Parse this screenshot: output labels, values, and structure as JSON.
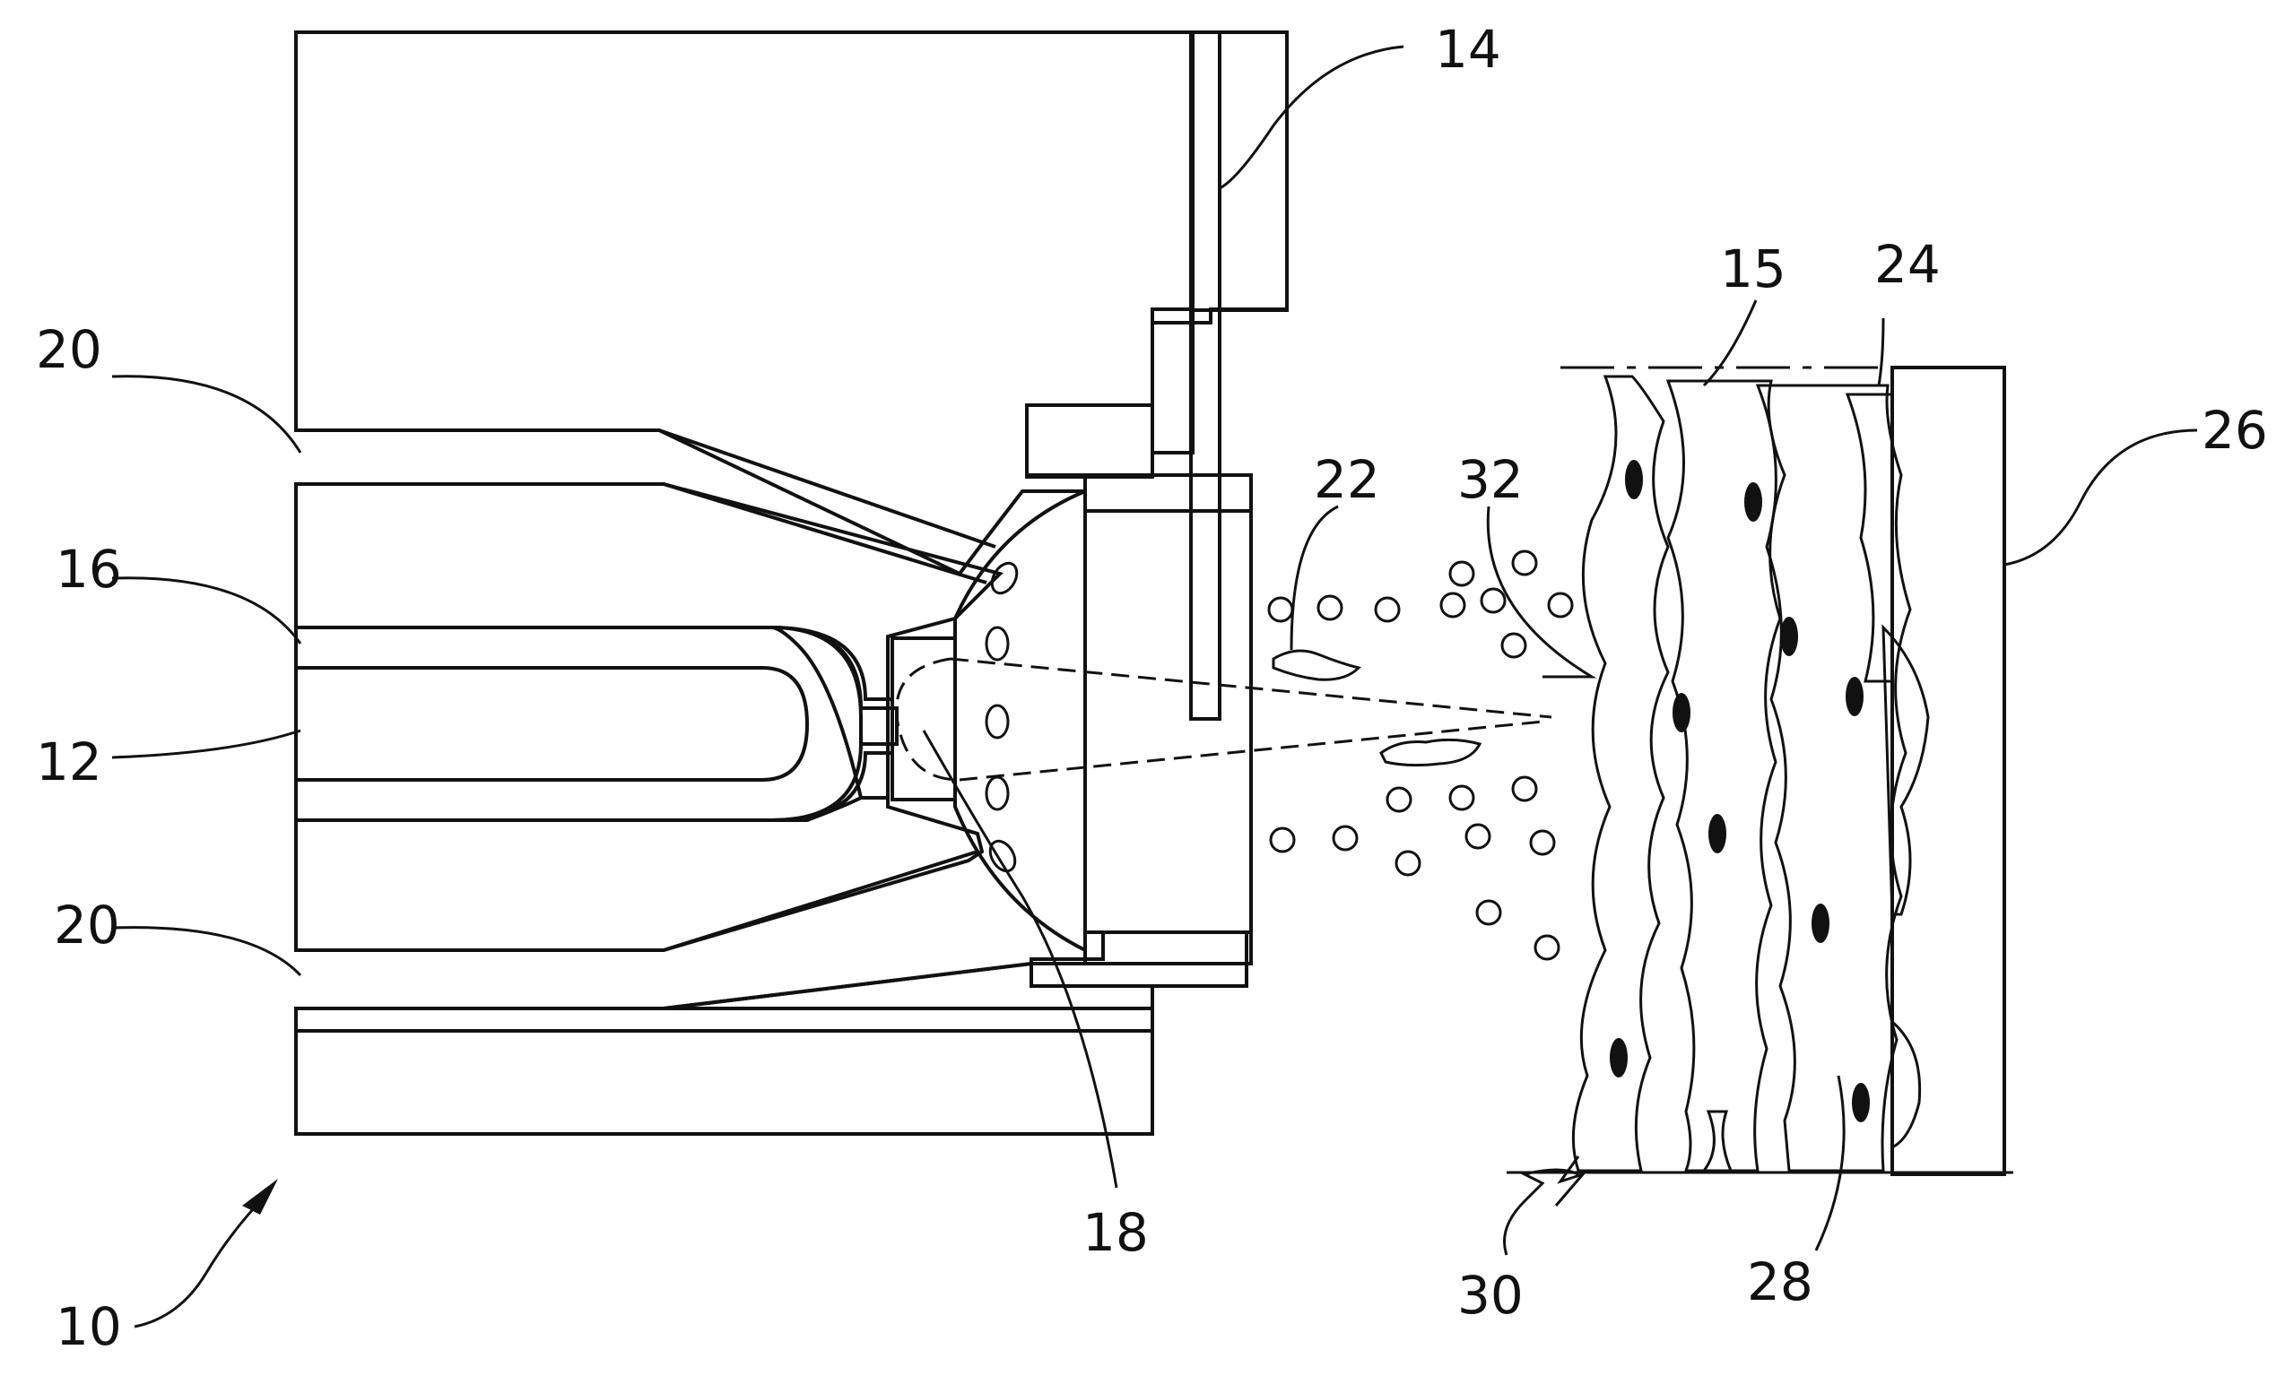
{
  "figure": {
    "labels": {
      "l10": "10",
      "l12": "12",
      "l14": "14",
      "l15": "15",
      "l16": "16",
      "l18": "18",
      "l20a": "20",
      "l20b": "20",
      "l22": "22",
      "l24": "24",
      "l26": "26",
      "l28": "28",
      "l30": "30",
      "l32": "32"
    },
    "colors": {
      "ink": "#111111",
      "background": "#ffffff"
    }
  }
}
